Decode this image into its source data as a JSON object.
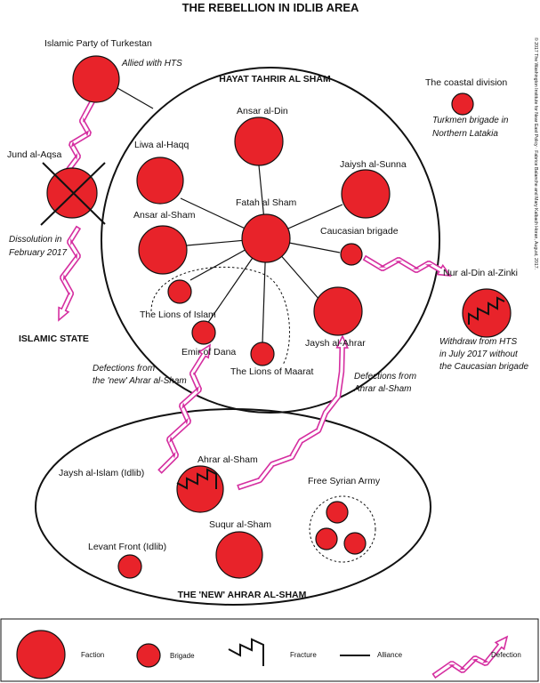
{
  "title": "THE REBELLION IN IDLIB AREA",
  "credit": "© 2017 The Washington Institute for Near East Policy · Fabrice Balanche and Mary Kalbach Horan, August, 2017.",
  "groups": {
    "hts": "HAYAT TAHRIR AL SHAM",
    "new_ahrar": "THE 'NEW' AHRAR AL-SHAM"
  },
  "nodes": {
    "islamic_party": "Islamic Party of  Turkestan",
    "jund": "Jund al-Aqsa",
    "coastal": "The coastal division",
    "ansar_din": "Ansar al-Din",
    "liwa": "Liwa al-Haqq",
    "jaiysh_sunna": "Jaiysh al-Sunna",
    "fatah": "Fatah al Sham",
    "ansar_sham": "Ansar al-Sham",
    "caucasian": "Caucasian brigade",
    "nur": "Nur al-Din al-Zinki",
    "lions_islam": "The Lions of Islam",
    "emir": "Emir of Dana",
    "lions_maarat": "The Lions of  Maarat",
    "jaysh_ahrar": "Jaysh al-Ahrar",
    "jaysh_islam": "Jaysh al-Islam (Idlib)",
    "ahrar": "Ahrar al-Sham",
    "fsa": "Free Syrian Army",
    "suqur": "Suqur al-Sham",
    "levant": "Levant Front (Idlib)",
    "islamic_state": "ISLAMIC STATE"
  },
  "notes": {
    "allied": "Allied with HTS",
    "turkmen": [
      "Turkmen brigade in",
      "Northern Latakia"
    ],
    "dissolution": [
      "Dissolution in",
      "February 2017"
    ],
    "withdraw": [
      "Withdraw from HTS",
      "in July 2017 without",
      "the Caucasian brigade"
    ],
    "defections_new": [
      "Defections from",
      "the 'new' Ahrar al-Sham"
    ],
    "defections_ahrar": [
      "Defections from",
      "Ahrar al-Sham"
    ]
  },
  "legend": {
    "faction": "Faction",
    "brigade": "Brigade",
    "fracture": "Fracture",
    "alliance": "Alliance",
    "defection": "Defection"
  },
  "colors": {
    "node_fill": "#e8232a",
    "defection_arrow": "#d52ea0",
    "ink": "#111111"
  },
  "icons": [
    "faction-circle",
    "brigade-circle",
    "fracture-zigzag",
    "alliance-line",
    "defection-arrow",
    "dissolution-cross"
  ]
}
